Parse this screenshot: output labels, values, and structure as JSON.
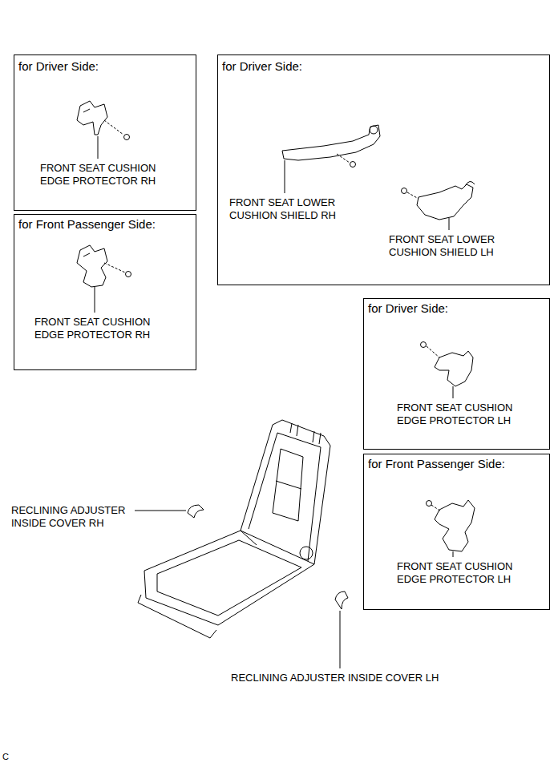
{
  "diagram": {
    "nodes": [
      {
        "text": [
          "for Driver Side:",
          "FRONT SEAT CUSHION EDGE PROTECTOR RH"
        ]
      },
      {
        "text": [
          "for Driver Side:",
          "FRONT SEAT LOWER CUSHION SHIELD RH",
          "FRONT SEAT LOWER CUSHION SHIELD LH"
        ]
      },
      {
        "text": [
          "for Front Passenger Side:",
          "FRONT SEAT CUSHION EDGE PROTECTOR RH"
        ]
      },
      {
        "text": [
          "for Driver Side:",
          "FRONT SEAT CUSHION EDGE PROTECTOR LH"
        ]
      },
      {
        "text": [
          "for Front Passenger Side:",
          "FRONT SEAT CUSHION EDGE PROTECTOR LH"
        ]
      }
    ],
    "labels": [
      "RECLINING ADJUSTER INSIDE COVER RH",
      "RECLINING ADJUSTER INSIDE COVER LH",
      "C"
    ]
  }
}
